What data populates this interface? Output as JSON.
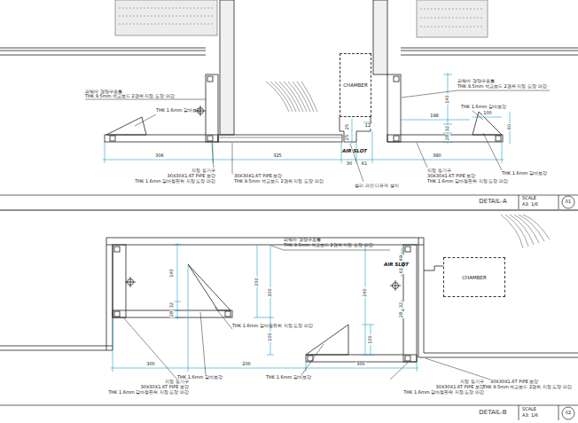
{
  "diagram": {
    "nodes": [
      {
        "text": [
          "CHAMBER"
        ]
      },
      {
        "text": [
          "CHAMBER"
        ]
      }
    ],
    "labels": [
      "파워바 경량구조틀",
      "THK 9.5mm 석고보드 2겹위 지정 도장 마감",
      "THK 1.6mm 갈바보강",
      "306",
      "325",
      "30",
      "61",
      "380",
      "25",
      "25",
      "12",
      "AIR SLOT",
      "지정 등기구",
      "30X30X1.6T PIPE 보강",
      "THK 1.6mm 갈바철판위 지정 도장 마감",
      "30X30X1.6T PIPE 보강",
      "THK 9.5mm 석고보드 2겹위 지정 도장 마감",
      "설리 라인 디퓨져 설치",
      "지정 등기구",
      "30X30X1.6T PIPE 보강",
      "THK 1.6mm 갈바철판위 지정 도장 마감",
      "THK 1.6mm 갈바보강",
      "파워바 경량구조틀",
      "THK 9.5mm 석고보드 2겹위 지정 도장 마감",
      "THK 1.6mm 갈바보강",
      "198",
      "100",
      "140",
      "32",
      "28",
      "60",
      "DETAIL-A",
      "SCALE",
      "A3: 1/6",
      "01",
      "파워바 경량구조틀",
      "THK 9.5mm 석고보드 2겹위 지정 도장 마감",
      "AIR SLOT",
      "49",
      "61",
      "140",
      "32",
      "28",
      "200",
      "300",
      "100",
      "240",
      "100",
      "32",
      "28",
      "THK 1.6mm 갈바철판위 지정 도장 마감",
      "THK 1.6mm 갈바보강",
      "THK 1.6mm 갈바보강",
      "300",
      "200",
      "300",
      "지정 등기구",
      "30X30X1.6T PIPE 보강",
      "THK 1.6mm 갈바철판위 지정 도장 마감",
      "지정 등기구",
      "30X30X1.6T PIPE 보강",
      "THK 1.6mm 갈바철판위 지정 도장 마감",
      "30X30X1.6T PIPE 보강",
      "THK 9.5mm 석고보드 2겹위 지정 도장 마감",
      "DETAIL-B",
      "SCALE",
      "A3: 1/6",
      "02"
    ]
  }
}
